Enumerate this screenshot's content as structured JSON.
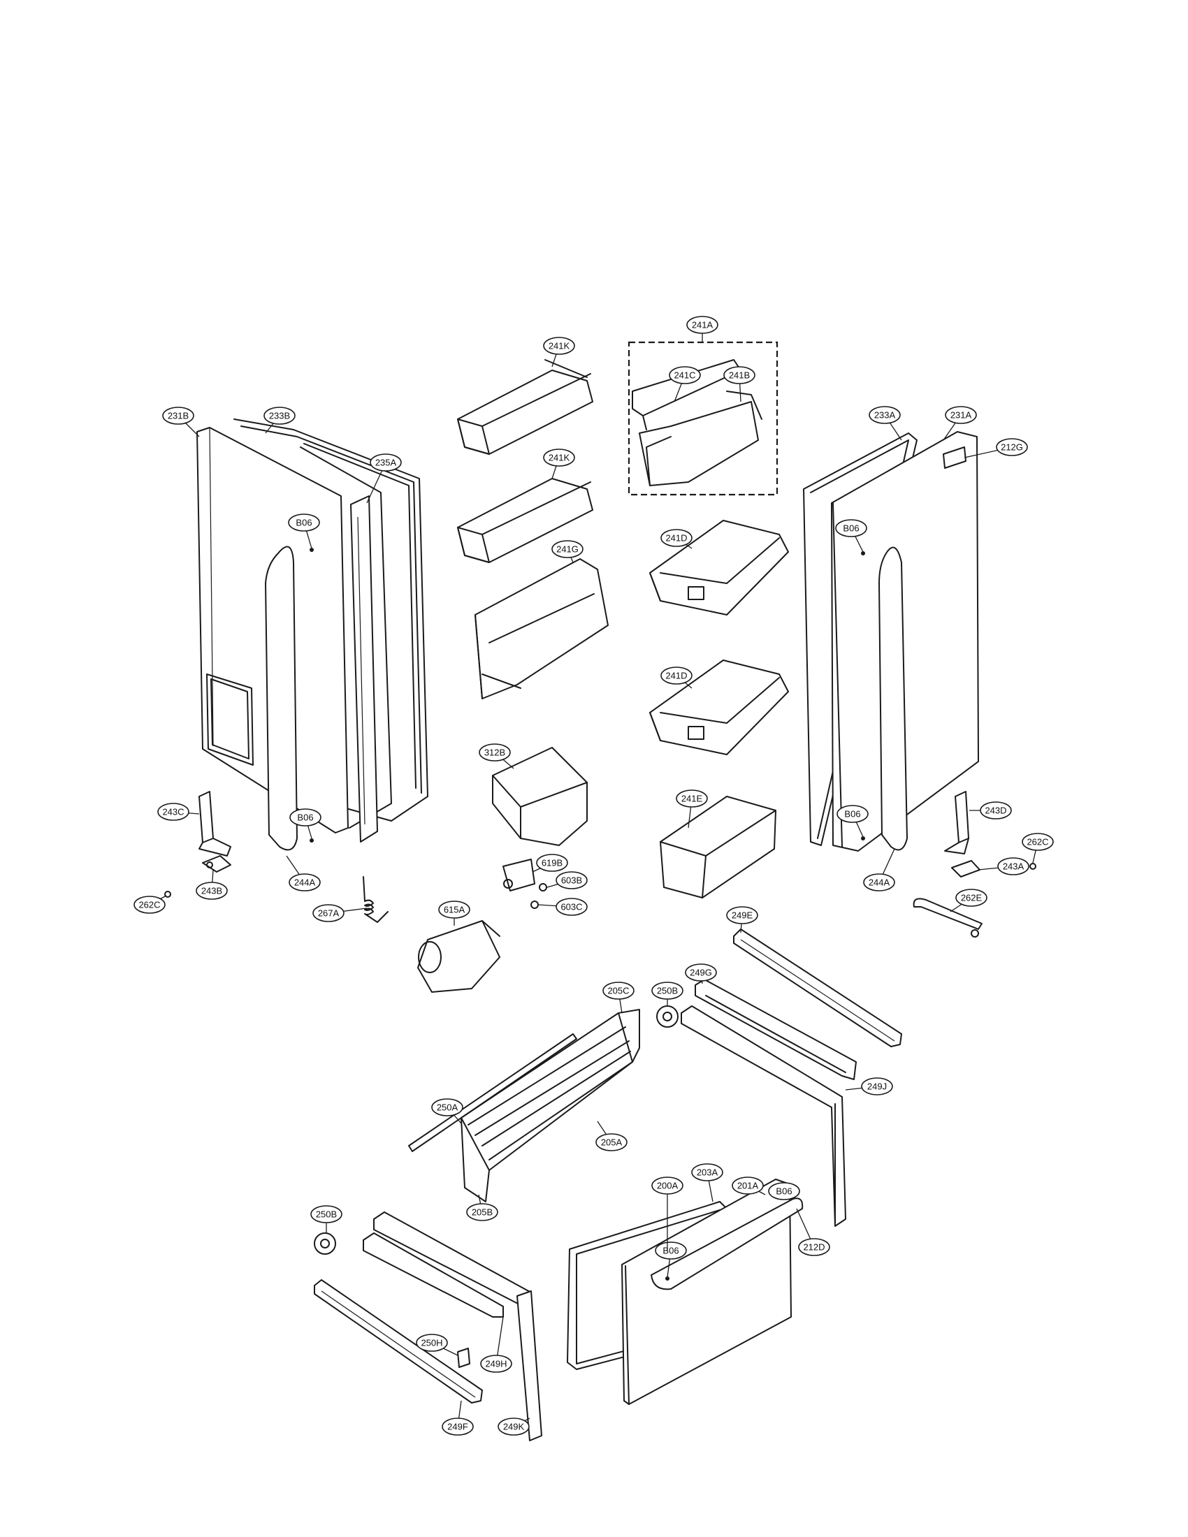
{
  "diagram": {
    "type": "exploded-parts-diagram",
    "callouts": [
      {
        "id": "c-241A",
        "label": "241A"
      },
      {
        "id": "c-241K-1",
        "label": "241K"
      },
      {
        "id": "c-241K-2",
        "label": "241K"
      },
      {
        "id": "c-241C",
        "label": "241C"
      },
      {
        "id": "c-241B",
        "label": "241B"
      },
      {
        "id": "c-231B",
        "label": "231B"
      },
      {
        "id": "c-233B",
        "label": "233B"
      },
      {
        "id": "c-235A-L",
        "label": "235A"
      },
      {
        "id": "c-233A",
        "label": "233A"
      },
      {
        "id": "c-231A",
        "label": "231A"
      },
      {
        "id": "c-212G",
        "label": "212G"
      },
      {
        "id": "c-B06-1",
        "label": "B06"
      },
      {
        "id": "c-B06-2",
        "label": "B06"
      },
      {
        "id": "c-B06-3",
        "label": "B06"
      },
      {
        "id": "c-B06-4",
        "label": "B06"
      },
      {
        "id": "c-B06-5",
        "label": "B06"
      },
      {
        "id": "c-B06-6",
        "label": "B06"
      },
      {
        "id": "c-241G",
        "label": "241G"
      },
      {
        "id": "c-241D-1",
        "label": "241D"
      },
      {
        "id": "c-241D-2",
        "label": "241D"
      },
      {
        "id": "c-312B",
        "label": "312B"
      },
      {
        "id": "c-241E",
        "label": "241E"
      },
      {
        "id": "c-243C",
        "label": "243C"
      },
      {
        "id": "c-243D",
        "label": "243D"
      },
      {
        "id": "c-262C-R",
        "label": "262C"
      },
      {
        "id": "c-243A",
        "label": "243A"
      },
      {
        "id": "c-244A-L",
        "label": "244A"
      },
      {
        "id": "c-244A-R",
        "label": "244A"
      },
      {
        "id": "c-243B",
        "label": "243B"
      },
      {
        "id": "c-262C-L",
        "label": "262C"
      },
      {
        "id": "c-267A",
        "label": "267A"
      },
      {
        "id": "c-619B",
        "label": "619B"
      },
      {
        "id": "c-603B",
        "label": "603B"
      },
      {
        "id": "c-603C",
        "label": "603C"
      },
      {
        "id": "c-615A",
        "label": "615A"
      },
      {
        "id": "c-262E",
        "label": "262E"
      },
      {
        "id": "c-249E",
        "label": "249E"
      },
      {
        "id": "c-249G",
        "label": "249G"
      },
      {
        "id": "c-250B-1",
        "label": "250B"
      },
      {
        "id": "c-249J",
        "label": "249J"
      },
      {
        "id": "c-205C",
        "label": "205C"
      },
      {
        "id": "c-250A",
        "label": "250A"
      },
      {
        "id": "c-205A",
        "label": "205A"
      },
      {
        "id": "c-203A",
        "label": "203A"
      },
      {
        "id": "c-200A",
        "label": "200A"
      },
      {
        "id": "c-201A",
        "label": "201A"
      },
      {
        "id": "c-205B",
        "label": "205B"
      },
      {
        "id": "c-212D",
        "label": "212D"
      },
      {
        "id": "c-250B-2",
        "label": "250B"
      },
      {
        "id": "c-250H",
        "label": "250H"
      },
      {
        "id": "c-249H",
        "label": "249H"
      },
      {
        "id": "c-249F",
        "label": "249F"
      },
      {
        "id": "c-249K",
        "label": "249K"
      }
    ]
  }
}
